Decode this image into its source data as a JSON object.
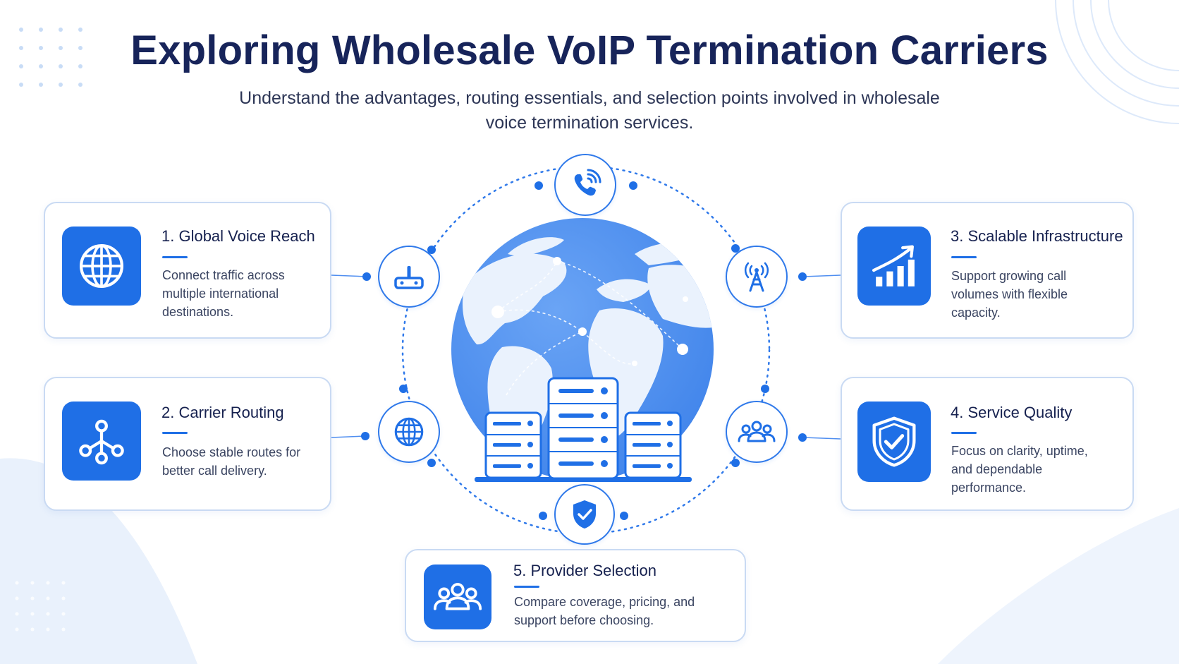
{
  "header": {
    "title": "Exploring Wholesale VoIP Termination Carriers",
    "subtitle": "Understand the advantages, routing essentials, and selection points involved in wholesale voice termination services."
  },
  "cards": [
    {
      "title": "1. Global Voice Reach",
      "description": "Connect traffic across multiple international destinations.",
      "icon": "globe-icon"
    },
    {
      "title": "2. Carrier Routing",
      "description": "Choose stable routes for better call delivery.",
      "icon": "network-icon"
    },
    {
      "title": "3. Scalable Infrastructure",
      "description": "Support growing call volumes with flexible capacity.",
      "icon": "growth-chart-icon"
    },
    {
      "title": "4. Service Quality",
      "description": "Focus on clarity, uptime, and dependable performance.",
      "icon": "shield-check-icon"
    },
    {
      "title": "5. Provider Selection",
      "description": "Compare coverage, pricing, and support before choosing.",
      "icon": "people-icon"
    }
  ],
  "ring_nodes": [
    "phone-icon",
    "router-icon",
    "antenna-icon",
    "globe-icon",
    "people-icon",
    "shield-check-icon"
  ],
  "colors": {
    "accent": "#1f6fe6",
    "title": "#17245a",
    "card_border": "#c9daf3",
    "globe_ocean": "#4a8ef0",
    "globe_land": "#eaf2fd"
  }
}
